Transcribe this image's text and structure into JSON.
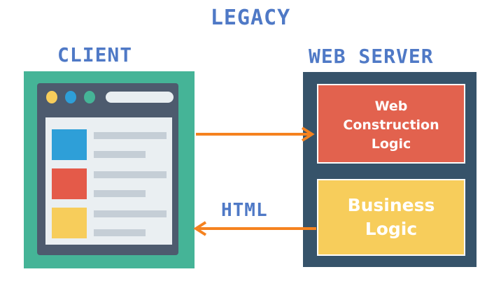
{
  "title": "LEGACY",
  "client": {
    "label": "CLIENT"
  },
  "server": {
    "label": "WEB SERVER",
    "web_logic": "Web\nConstruction\nLogic",
    "business_logic": "Business\nLogic"
  },
  "arrows": {
    "response_label": "HTML"
  },
  "colors": {
    "label_blue": "#4f79c6",
    "client_green": "#45b497",
    "server_navy": "#36536a",
    "web_logic_red": "#e2624e",
    "business_yellow": "#f7cd5b",
    "arrow_orange": "#f5821f"
  }
}
